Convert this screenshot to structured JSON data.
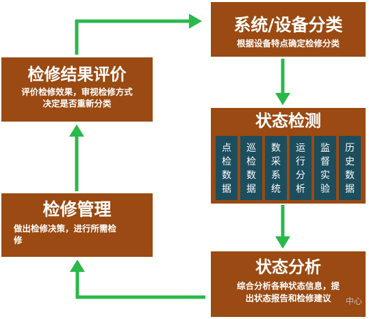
{
  "classify": {
    "title": "系统/设备分类",
    "desc": "根据设备特点确定检修分类"
  },
  "result": {
    "title": "检修结果评价",
    "desc_lines": [
      "评价检修效果，审视检修方式",
      "决定是否重新分类"
    ]
  },
  "manage": {
    "title": "检修管理",
    "desc_lines": [
      "做出检修决策，进行所需检",
      "修"
    ]
  },
  "detect": {
    "title": "状态检测",
    "items": [
      {
        "chars": [
          "点",
          "检",
          "数",
          "据"
        ]
      },
      {
        "chars": [
          "巡",
          "检",
          "数",
          "据"
        ]
      },
      {
        "chars": [
          "数",
          "采",
          "系",
          "统"
        ]
      },
      {
        "chars": [
          "运",
          "行",
          "分",
          "析"
        ]
      },
      {
        "chars": [
          "监",
          "督",
          "实",
          "验"
        ]
      },
      {
        "chars": [
          "历",
          "史",
          "数",
          "据"
        ]
      }
    ]
  },
  "analysis": {
    "title": "状态分析",
    "desc_lines": [
      "综合分析各种状态信息，提",
      "出状态报告和检修建议"
    ]
  },
  "watermark": "中心",
  "colors": {
    "box": "#9a4a12",
    "inner": "#1d4e5e",
    "arrow": "#2bb84b"
  }
}
